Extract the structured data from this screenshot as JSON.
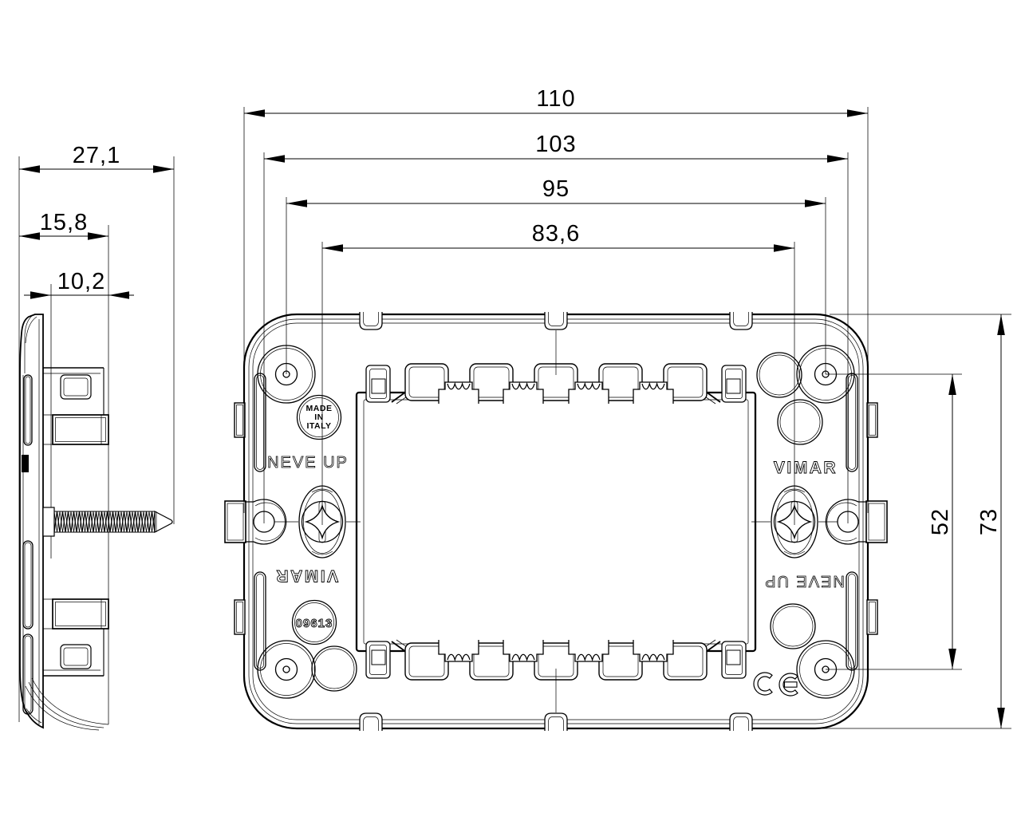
{
  "dimensions": {
    "front_overall_width": "110",
    "front_side_holes_width": "103",
    "front_fixing_holes_width": "95",
    "front_screws_width": "83,6",
    "front_fixing_holes_height": "52",
    "front_overall_height": "73",
    "side_overall_depth": "27,1",
    "side_mid_depth": "15,8",
    "side_box_depth": "10,2"
  },
  "markings": {
    "made_line1": "MADE",
    "made_line2": "IN",
    "made_line3": "ITALY",
    "left_top_label": "NEVE UP",
    "left_bottom_label": "VIMAR",
    "right_top_label": "VIMAR",
    "right_bottom_label": "NEVE UP",
    "product_code": "09613",
    "ce_mark": "CE"
  }
}
